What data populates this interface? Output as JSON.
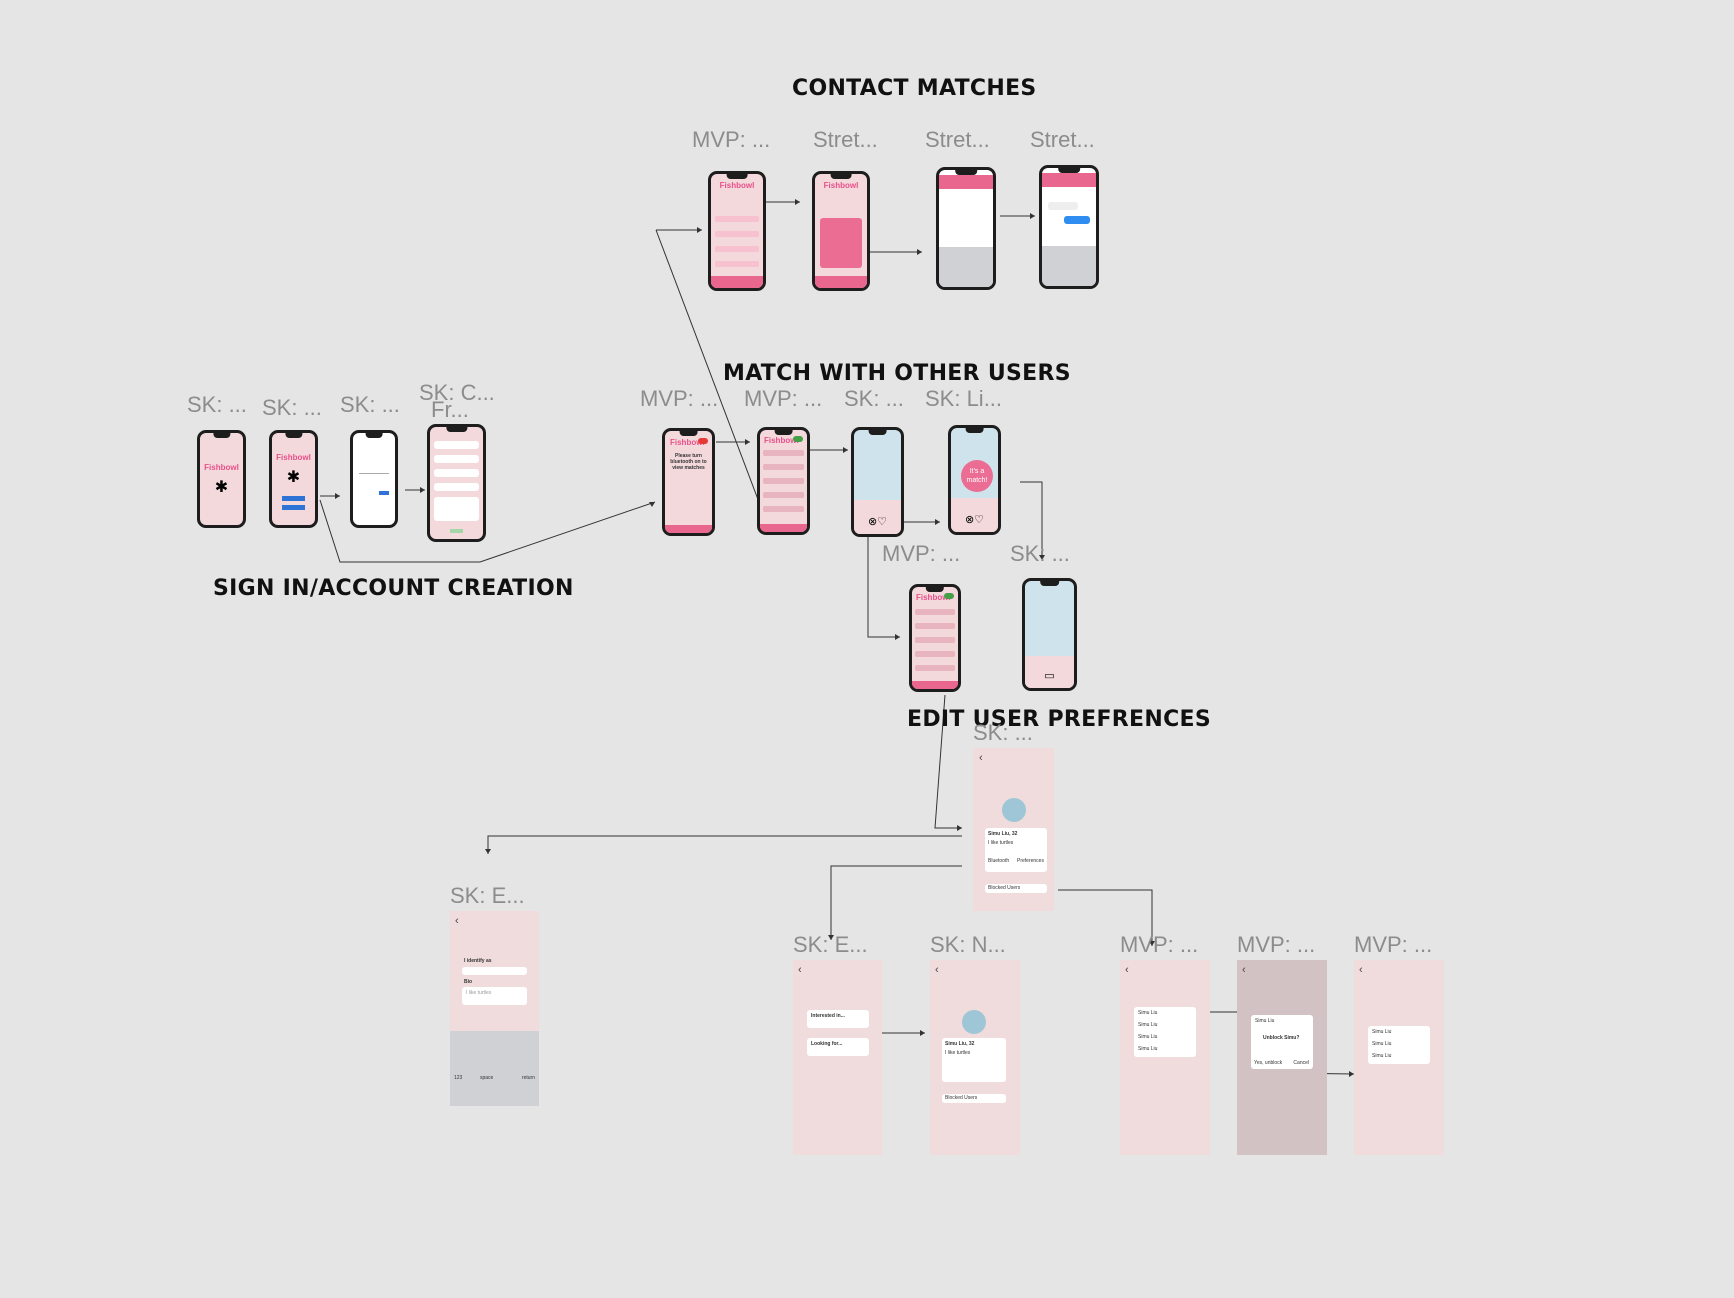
{
  "sections": {
    "contact_matches": "CONTACT MATCHES",
    "match_users": "MATCH WITH OTHER USERS",
    "sign_in": "SIGN IN/ACCOUNT CREATION",
    "edit_prefs": "EDIT USER PREFRENCES"
  },
  "frame_labels": {
    "cm1": "MVP: ...",
    "cm2": "Stret...",
    "cm3": "Stret...",
    "cm4": "Stret...",
    "s1": "SK: ...",
    "s2": "SK: ...",
    "s3": "SK: ...",
    "s4": "SK: C...",
    "s4b": "Fr...",
    "m1": "MVP: ...",
    "m2": "MVP: ...",
    "m3": "SK: ...",
    "m4": "SK: Li...",
    "m5": "MVP: ...",
    "m6": "SK: ...",
    "e_profile": "SK: ...",
    "e_left": "SK: E...",
    "e1": "SK: E...",
    "e2": "SK: N...",
    "e3": "MVP: ...",
    "e4": "MVP: ...",
    "e5": "MVP: ..."
  },
  "screens": {
    "brand": "Fishbowl",
    "bluetooth_prompt": "Please turn bluetooth on to view matches",
    "its_a_match": "It's a match!",
    "profile_name": "Simu Liu, 32",
    "profile_bio": "I like turtles",
    "profile_bluetooth": "Bluetooth",
    "profile_preferences": "Preferences",
    "blocked_users": "Blocked Users",
    "identify_as": "I identify as",
    "bio_label": "Bio",
    "bio_placeholder": "I like turtles",
    "interested_in": "Interested in...",
    "looking_for": "Looking for...",
    "list_user": "Simu Liu",
    "unblock_title": "Unblock Simu?",
    "unblock_yes": "Yes, unblock",
    "unblock_cancel": "Cancel",
    "kb_space": "space",
    "kb_return": "return",
    "kb_123": "123"
  },
  "colors": {
    "accent": "#e8508a",
    "phone_bg": "#f3d9dc",
    "canvas": "#e5e5e5"
  }
}
